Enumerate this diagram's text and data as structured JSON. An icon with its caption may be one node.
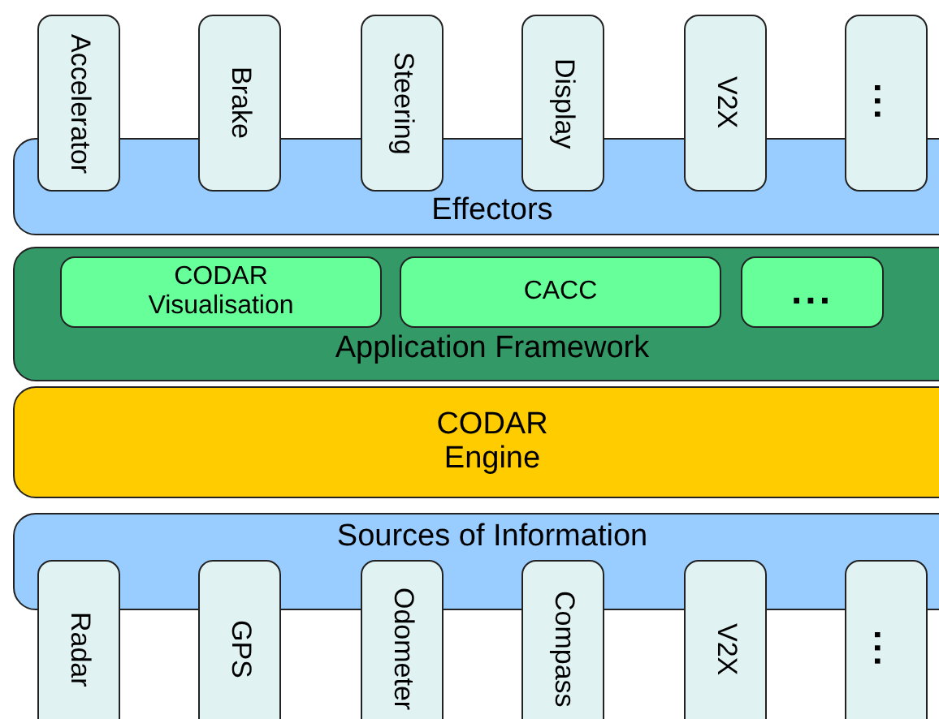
{
  "diagram": {
    "nodes": [
      {
        "text": [
          "Accelerator"
        ]
      },
      {
        "text": [
          "Brake"
        ]
      },
      {
        "text": [
          "Steering"
        ]
      },
      {
        "text": [
          "Display"
        ]
      },
      {
        "text": [
          "V2X"
        ]
      },
      {
        "text": [
          "..."
        ]
      },
      {
        "text": [
          "Effectors"
        ]
      },
      {
        "text": [
          "Application Framework"
        ]
      },
      {
        "text": [
          "CODAR Visualisation"
        ],
        "in": 7
      },
      {
        "text": [
          "CACC"
        ],
        "in": 7
      },
      {
        "text": [
          "..."
        ],
        "in": 7
      },
      {
        "text": [
          "CODAR Engine"
        ]
      },
      {
        "text": [
          "Sources of Information"
        ]
      },
      {
        "text": [
          "Radar"
        ]
      },
      {
        "text": [
          "GPS"
        ]
      },
      {
        "text": [
          "Odometer"
        ]
      },
      {
        "text": [
          "Compass"
        ]
      },
      {
        "text": [
          "V2X"
        ]
      },
      {
        "text": [
          "..."
        ]
      }
    ]
  }
}
